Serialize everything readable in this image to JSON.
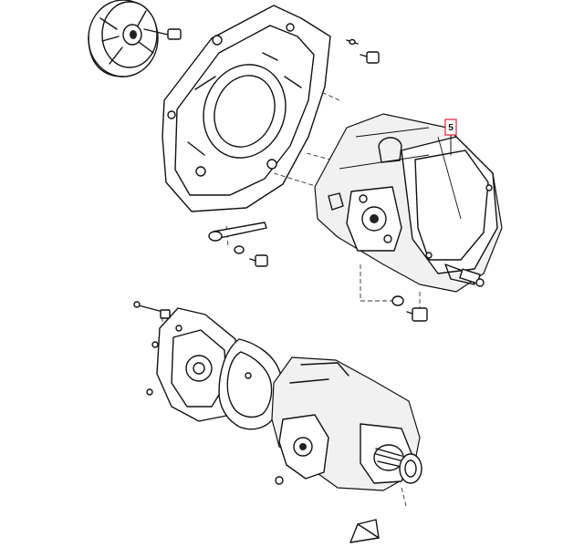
{
  "callout": {
    "label": "5",
    "highlight_color": "#e0203a",
    "leader_color": "#111111"
  },
  "line_color": "#111111",
  "background_color": "#ffffff",
  "parts": [
    "flywheel-coupling",
    "bell-housing",
    "hydraulic-pump-assembly",
    "exploded-pump-assembly",
    "gasket",
    "hex-bolt",
    "washer",
    "lever-pin",
    "key"
  ]
}
